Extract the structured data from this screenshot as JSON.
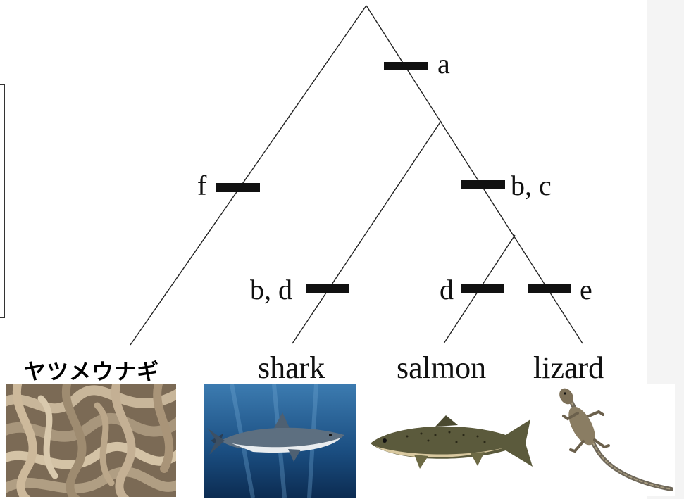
{
  "diagram": {
    "characters": {
      "root": "a",
      "lamprey_branch": "f",
      "inner_branch": "b, c",
      "shark_branch": "b, d",
      "salmon_branch": "d",
      "lizard_branch": "e"
    },
    "taxa": {
      "lamprey": "ヤツメウナギ",
      "shark": "shark",
      "salmon": "salmon",
      "lizard": "lizard"
    }
  }
}
